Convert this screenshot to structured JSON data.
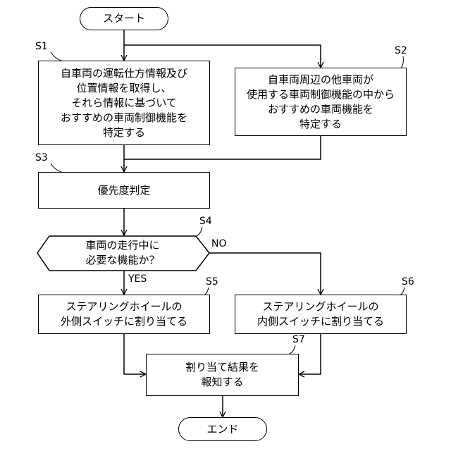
{
  "start": {
    "label": "スタート"
  },
  "end": {
    "label": "エンド"
  },
  "steps": {
    "s1": {
      "id": "S1",
      "lines": [
        "自車両の運転仕方情報及び",
        "位置情報を取得し、",
        "それら情報に基づいて",
        "おすすめの車両制御機能を",
        "特定する"
      ]
    },
    "s2": {
      "id": "S2",
      "lines": [
        "自車両周辺の他車両が",
        "使用する車両制御機能の中から",
        "おすすめの車両機能を",
        "特定する"
      ]
    },
    "s3": {
      "id": "S3",
      "lines": [
        "優先度判定"
      ]
    },
    "s4": {
      "id": "S4",
      "lines": [
        "車両の走行中に",
        "必要な機能か？"
      ]
    },
    "s5": {
      "id": "S5",
      "lines": [
        "ステアリングホイールの",
        "外側スイッチに割り当てる"
      ]
    },
    "s6": {
      "id": "S6",
      "lines": [
        "ステアリングホイールの",
        "内側スイッチに割り当てる"
      ]
    },
    "s7": {
      "id": "S7",
      "lines": [
        "割り当て結果を",
        "報知する"
      ]
    }
  },
  "branches": {
    "yes": "YES",
    "no": "NO"
  }
}
